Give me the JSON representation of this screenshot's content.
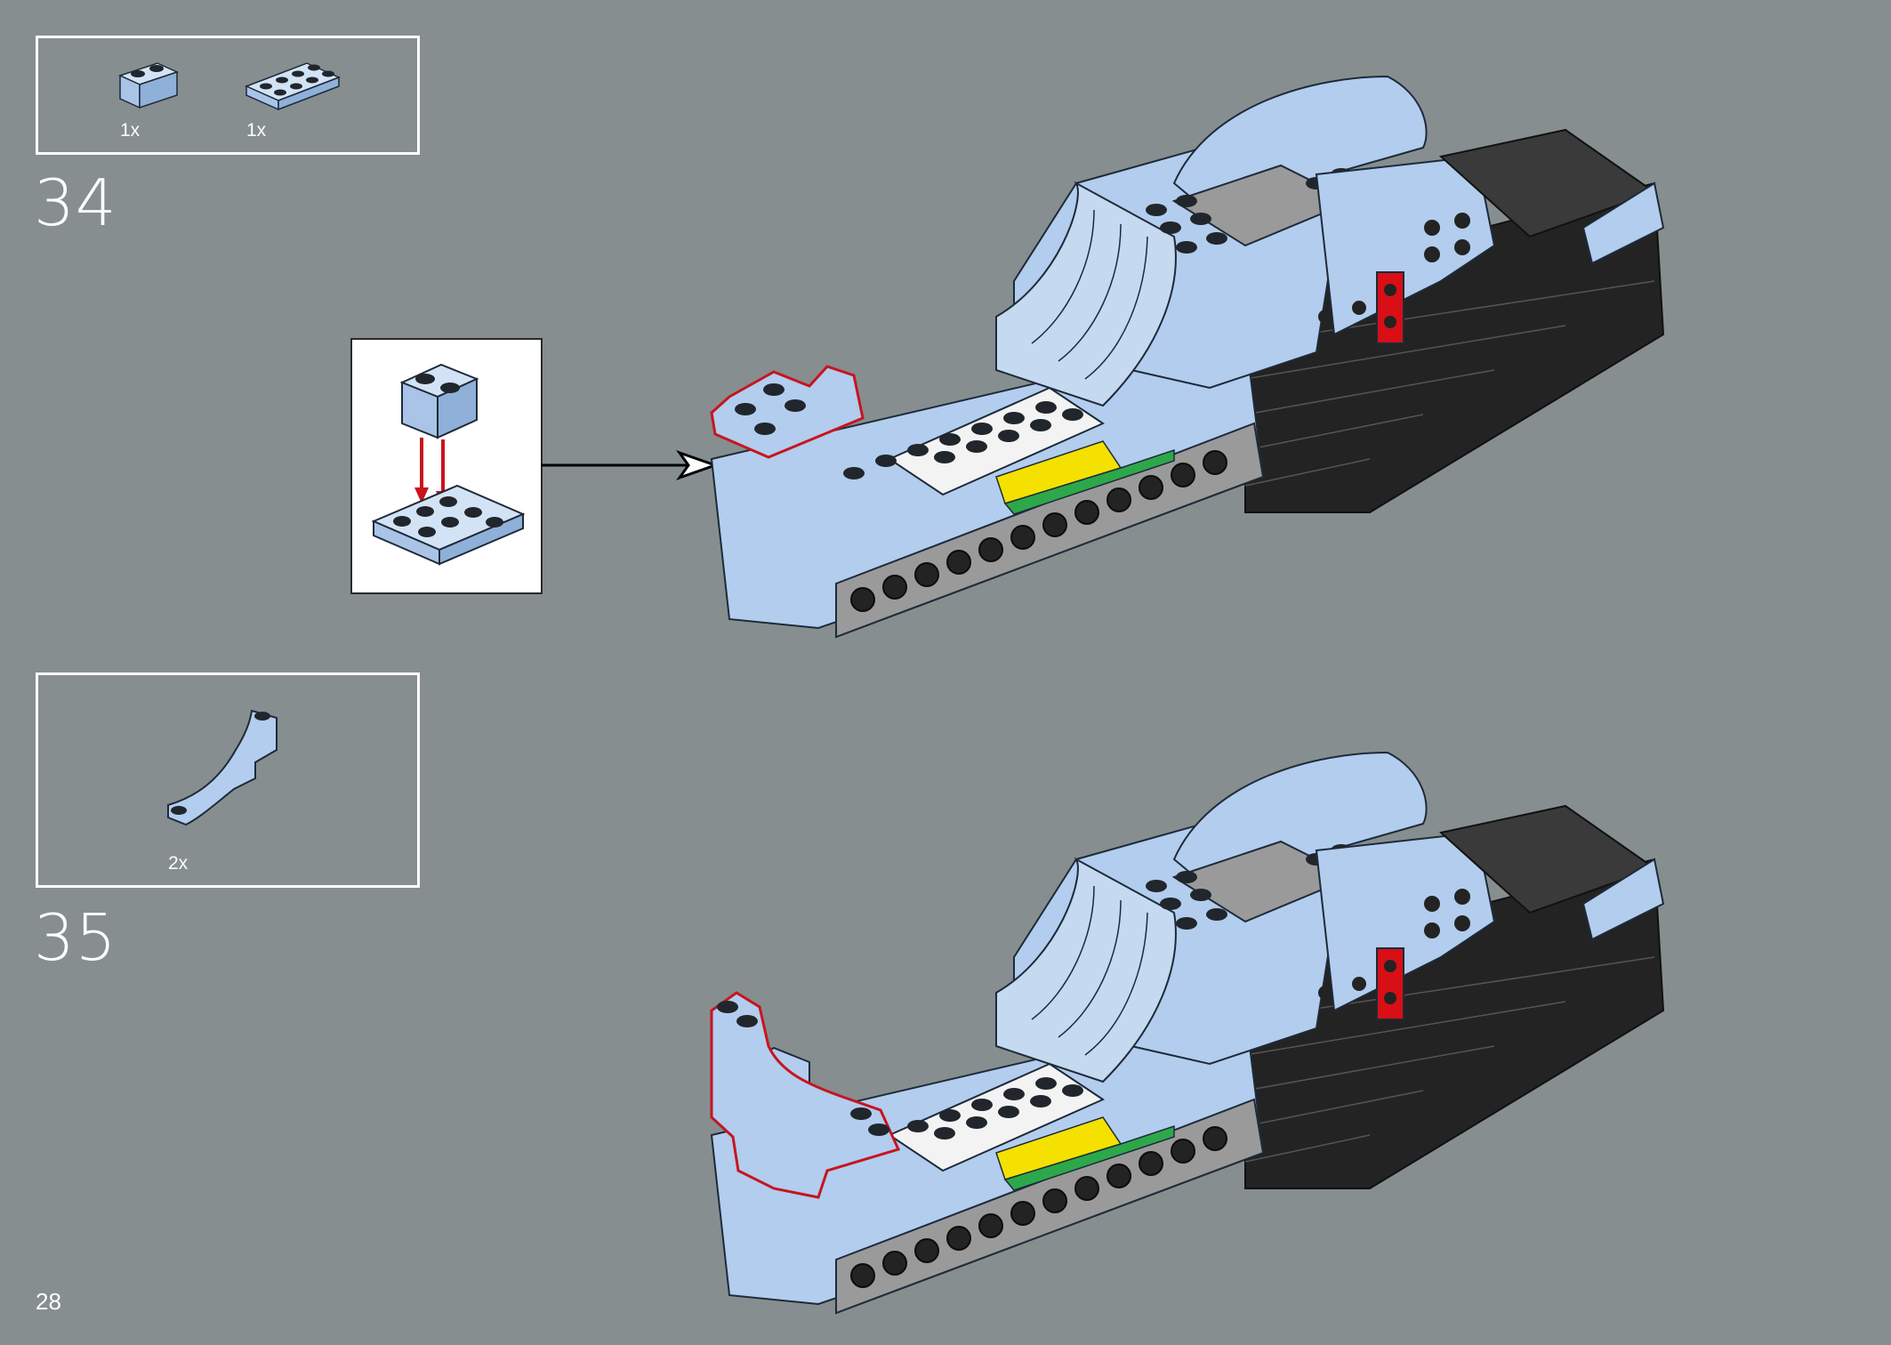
{
  "page": {
    "number": "28"
  },
  "colors": {
    "background": "#868e90",
    "light_blue": "#b2cdee",
    "black": "#232323",
    "white": "#f3f3f3",
    "yellow": "#f4e100",
    "green": "#2ca84a",
    "red": "#d80f16",
    "gray": "#9a9a9a",
    "highlight": "#c8141e"
  },
  "steps": [
    {
      "number": "34",
      "parts": [
        {
          "icon": "brick-1x2-light-blue-icon",
          "qty": "1x"
        },
        {
          "icon": "plate-2x4-light-blue-icon",
          "qty": "1x"
        }
      ],
      "callout": {
        "icon": "sub-assembly-brick-on-plate-icon"
      }
    },
    {
      "number": "35",
      "parts": [
        {
          "icon": "curved-arch-light-blue-icon",
          "qty": "2x"
        }
      ]
    }
  ]
}
